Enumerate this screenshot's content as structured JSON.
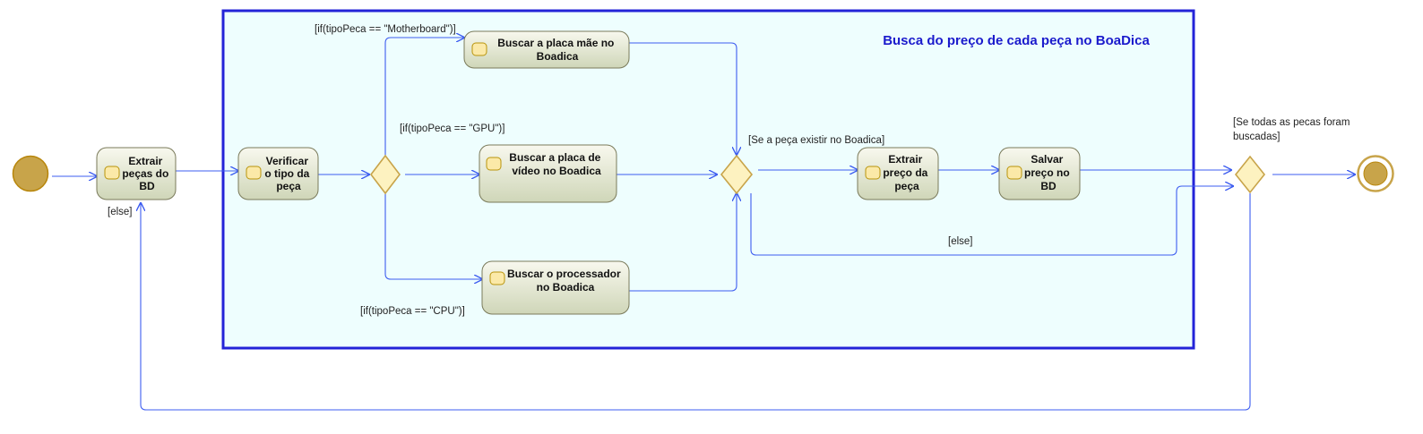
{
  "diagram": {
    "region": {
      "title": "Busca do preço de cada peça no BoaDica"
    },
    "nodes": {
      "start": {
        "kind": "initial"
      },
      "end": {
        "kind": "final"
      },
      "extrair_pecas": {
        "kind": "action",
        "lines": [
          "Extrair",
          "peças do",
          "BD"
        ]
      },
      "verificar_tipo": {
        "kind": "action",
        "lines": [
          "Verificar",
          "o tipo da",
          "peça"
        ]
      },
      "decision_tipo": {
        "kind": "decision"
      },
      "buscar_placa_mae": {
        "kind": "action",
        "lines": [
          "Buscar a placa mãe no",
          "Boadica"
        ]
      },
      "buscar_placa_video": {
        "kind": "action",
        "lines": [
          "Buscar a placa de",
          "vídeo no Boadica"
        ]
      },
      "buscar_processador": {
        "kind": "action",
        "lines": [
          "Buscar o processador",
          "no Boadica"
        ]
      },
      "decision_existe": {
        "kind": "decision"
      },
      "extrair_preco": {
        "kind": "action",
        "lines": [
          "Extrair",
          "preço da",
          "peça"
        ]
      },
      "salvar_preco": {
        "kind": "action",
        "lines": [
          "Salvar",
          "preço no",
          "BD"
        ]
      },
      "decision_todas": {
        "kind": "decision"
      }
    },
    "guards": {
      "motherboard": "[if(tipoPeca == \"Motherboard\")]",
      "gpu": "[if(tipoPeca == \"GPU\")]",
      "cpu": "[if(tipoPeca == \"CPU\")]",
      "existe": "[Se a peça existir no Boadica]",
      "else_existe": "[else]",
      "todas": [
        "[Se todas as pecas foram",
        "buscadas]"
      ],
      "else_loop": "[else]"
    },
    "colors": {
      "region_fill": "#eefefe",
      "region_border": "#2323d8",
      "flow": "#3c5cf0",
      "node_fill": "#c8a44a",
      "node_border": "#b8860b",
      "decision_fill": "#fdf2c0",
      "action_fill_top": "#f8f8ee",
      "action_fill_bottom": "#cfd6b8",
      "action_border": "#7a7a5a",
      "pin_fill": "#fbe9a8",
      "title_color": "#1a1acc"
    }
  }
}
